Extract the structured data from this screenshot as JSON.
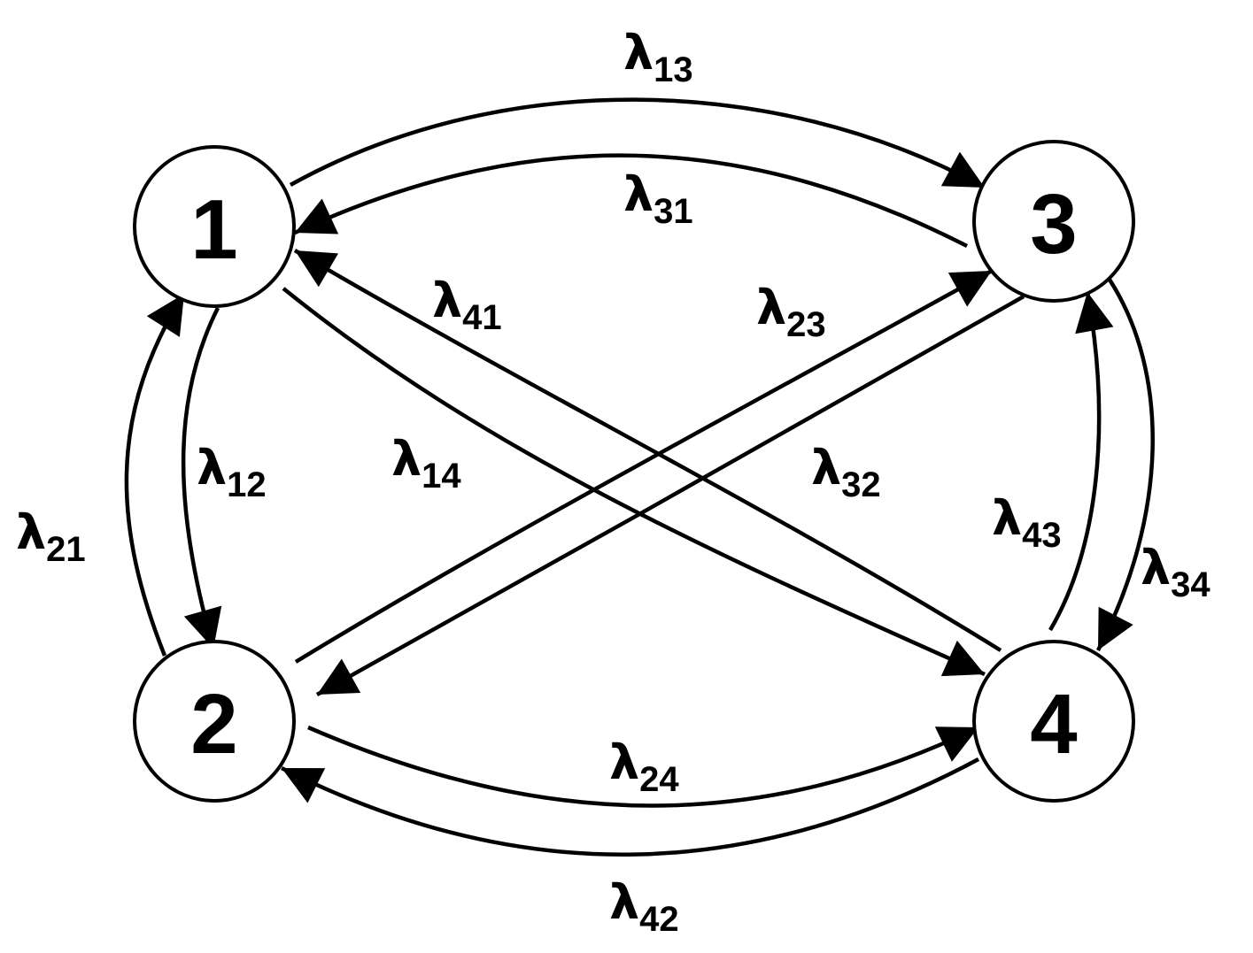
{
  "nodes": [
    {
      "id": "1",
      "label": "1"
    },
    {
      "id": "2",
      "label": "2"
    },
    {
      "id": "3",
      "label": "3"
    },
    {
      "id": "4",
      "label": "4"
    }
  ],
  "edges": [
    {
      "id": "13",
      "symbol": "λ",
      "sub": "13"
    },
    {
      "id": "31",
      "symbol": "λ",
      "sub": "31"
    },
    {
      "id": "41",
      "symbol": "λ",
      "sub": "41"
    },
    {
      "id": "23",
      "symbol": "λ",
      "sub": "23"
    },
    {
      "id": "12",
      "symbol": "λ",
      "sub": "12"
    },
    {
      "id": "14",
      "symbol": "λ",
      "sub": "14"
    },
    {
      "id": "32",
      "symbol": "λ",
      "sub": "32"
    },
    {
      "id": "21",
      "symbol": "λ",
      "sub": "21"
    },
    {
      "id": "43",
      "symbol": "λ",
      "sub": "43"
    },
    {
      "id": "34",
      "symbol": "λ",
      "sub": "34"
    },
    {
      "id": "24",
      "symbol": "λ",
      "sub": "24"
    },
    {
      "id": "42",
      "symbol": "λ",
      "sub": "42"
    }
  ]
}
